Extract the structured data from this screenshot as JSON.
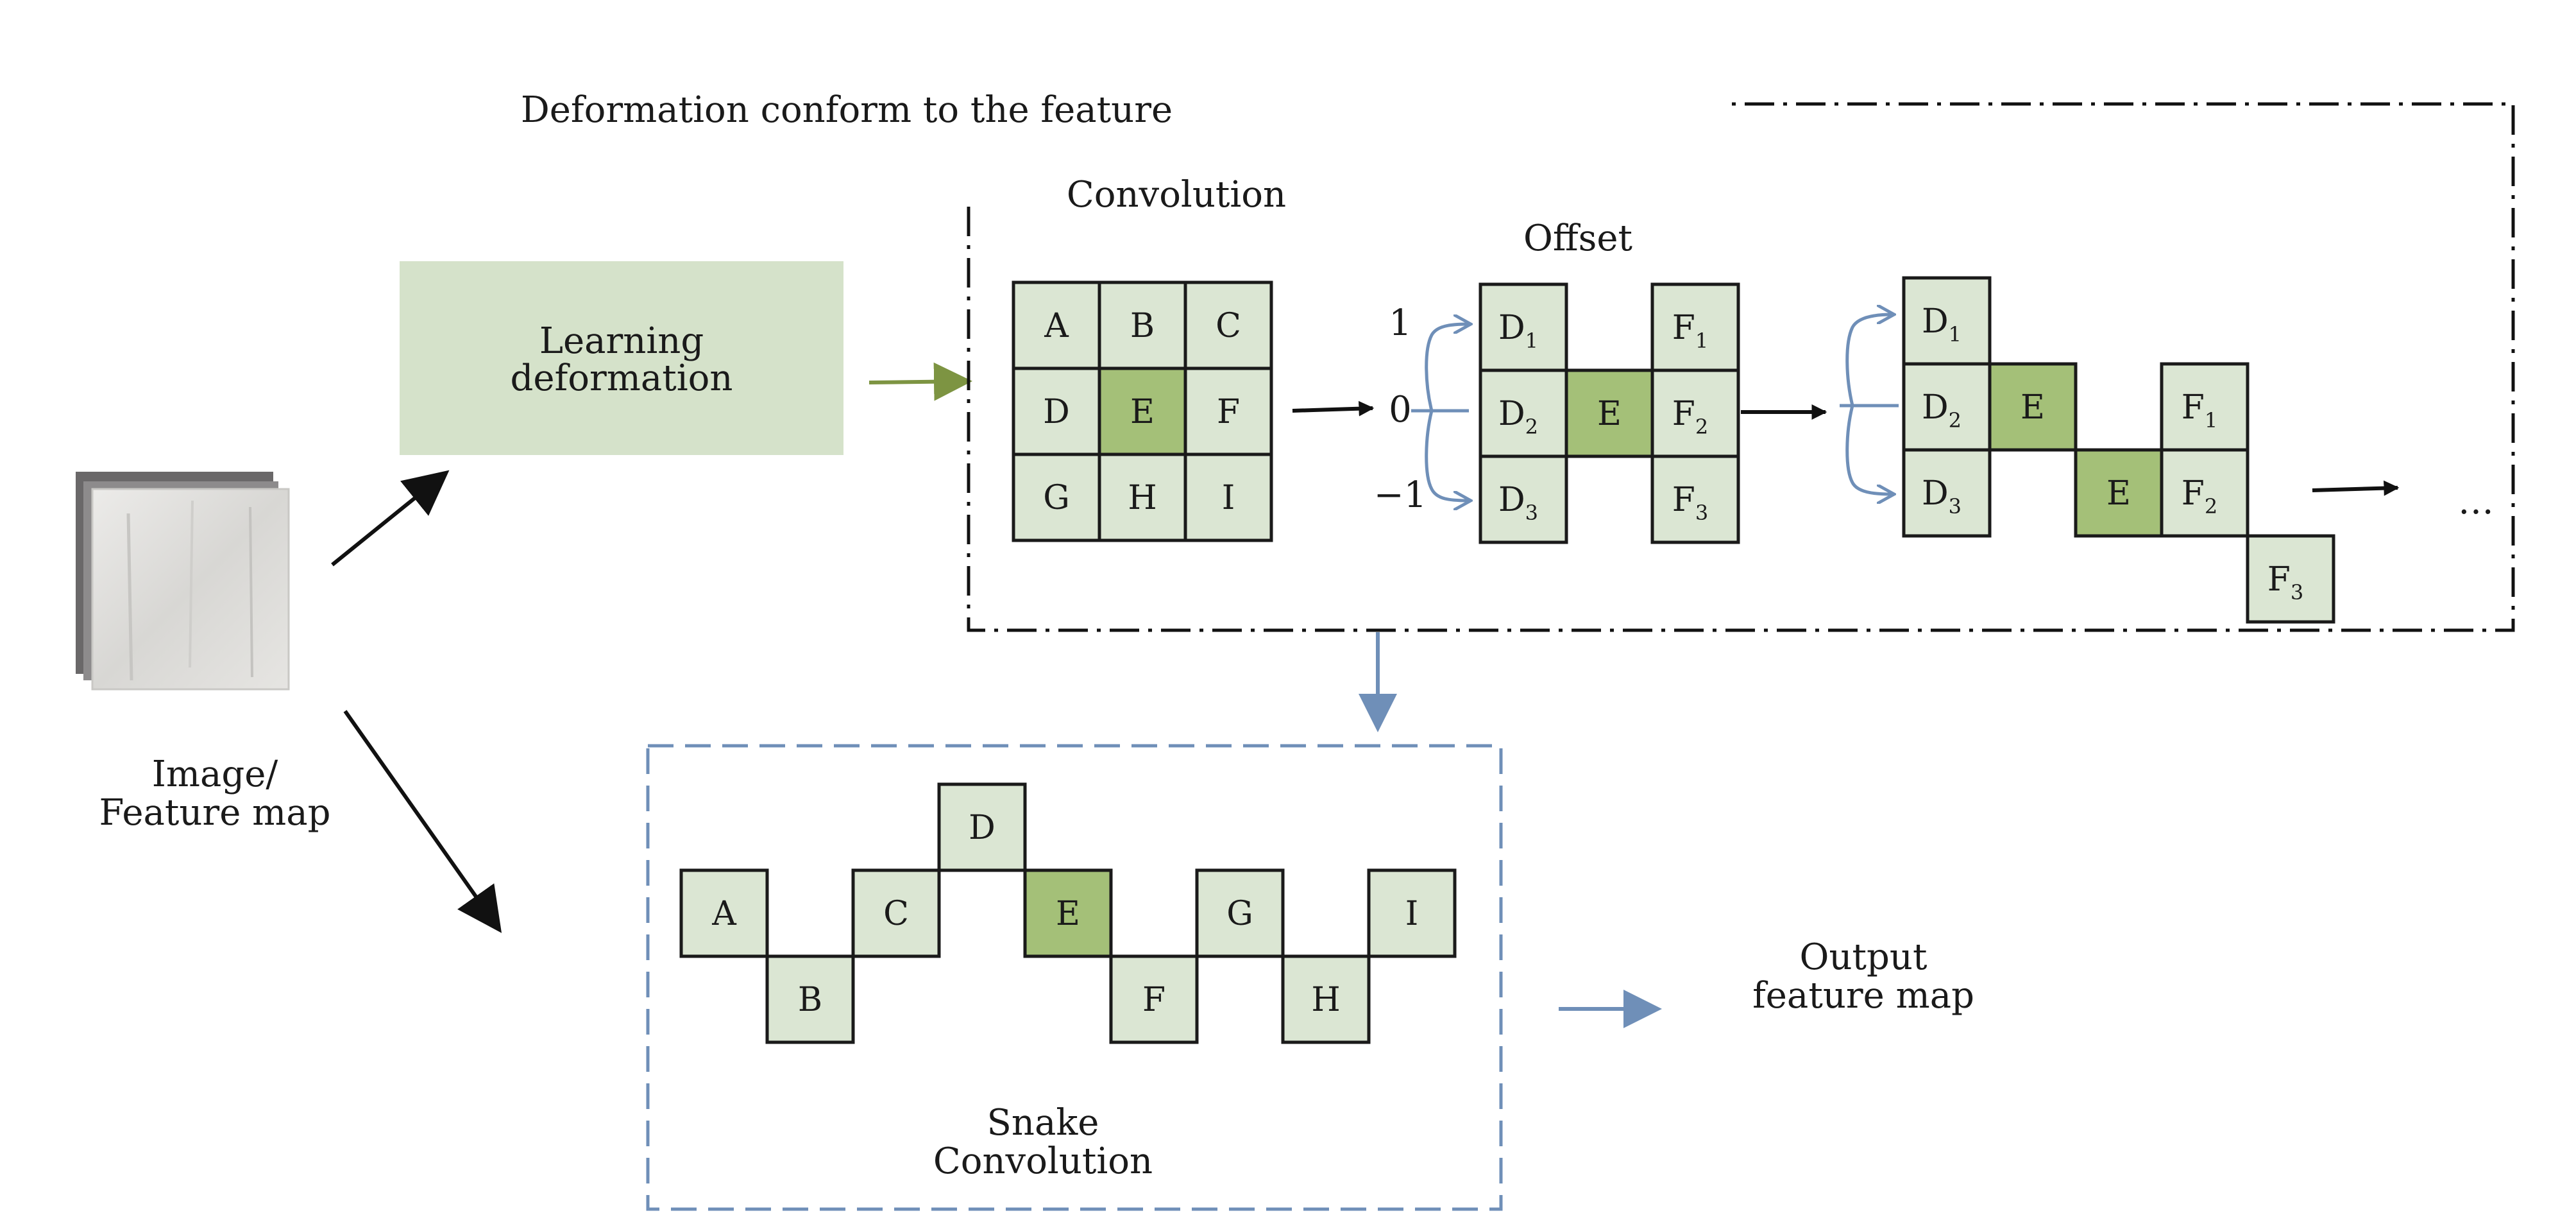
{
  "header": "Deformation conform to the feature",
  "conv_title": "Convolution",
  "offset_title": "Offset",
  "learning_box": [
    "Learning",
    "deformation"
  ],
  "input_label": [
    "Image/",
    "Feature map"
  ],
  "snake_label": [
    "Snake",
    "Convolution"
  ],
  "output_label": [
    "Output",
    "feature map"
  ],
  "offset_scale": [
    "1",
    "0",
    "−1"
  ],
  "ellipsis": "…",
  "conv_grid": [
    "A",
    "B",
    "C",
    "D",
    "E",
    "F",
    "G",
    "H",
    "I"
  ],
  "offset_step1": [
    {
      "t": "D",
      "s": "1"
    },
    {
      "t": "D",
      "s": "2"
    },
    {
      "t": "D",
      "s": "3"
    },
    {
      "t": "E",
      "s": ""
    },
    {
      "t": "F",
      "s": "1"
    },
    {
      "t": "F",
      "s": "2"
    },
    {
      "t": "F",
      "s": "3"
    }
  ],
  "offset_step2": [
    {
      "t": "D",
      "s": "1"
    },
    {
      "t": "D",
      "s": "2"
    },
    {
      "t": "D",
      "s": "3"
    },
    {
      "t": "E",
      "s": ""
    },
    {
      "t": "E",
      "s": ""
    },
    {
      "t": "F",
      "s": "1"
    },
    {
      "t": "F",
      "s": "2"
    },
    {
      "t": "F",
      "s": "3"
    }
  ],
  "snake_cells": [
    "A",
    "B",
    "C",
    "D",
    "E",
    "F",
    "G",
    "H",
    "I"
  ],
  "colors": {
    "cell_light": "#dbe6d3",
    "cell_dark": "#a4c078",
    "learning_fill": "#d5e2ca",
    "green_arrow": "#7d9442",
    "blue": "#6f8fb8",
    "black": "#111111"
  }
}
